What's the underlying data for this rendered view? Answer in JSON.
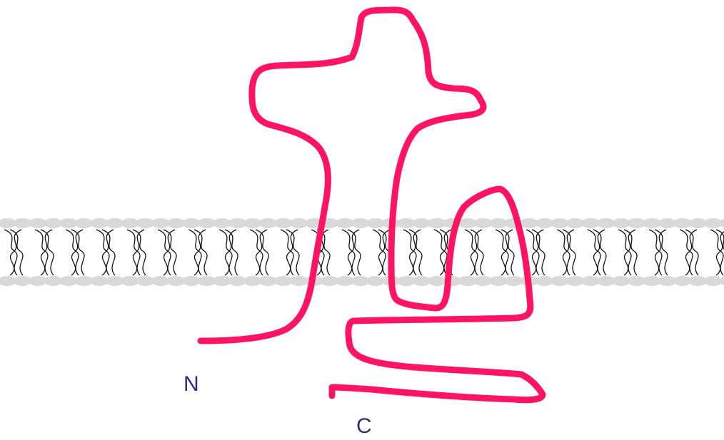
{
  "diagram": {
    "type": "membrane protein topology",
    "terminus_labels": {
      "n": "N",
      "c": "C"
    },
    "colors": {
      "protein_chain": "#ff1464",
      "lipid_heads": "#d9d9d9",
      "lipid_tails": "#111111",
      "label_text": "#2e2a82",
      "background": "#ffffff"
    }
  }
}
